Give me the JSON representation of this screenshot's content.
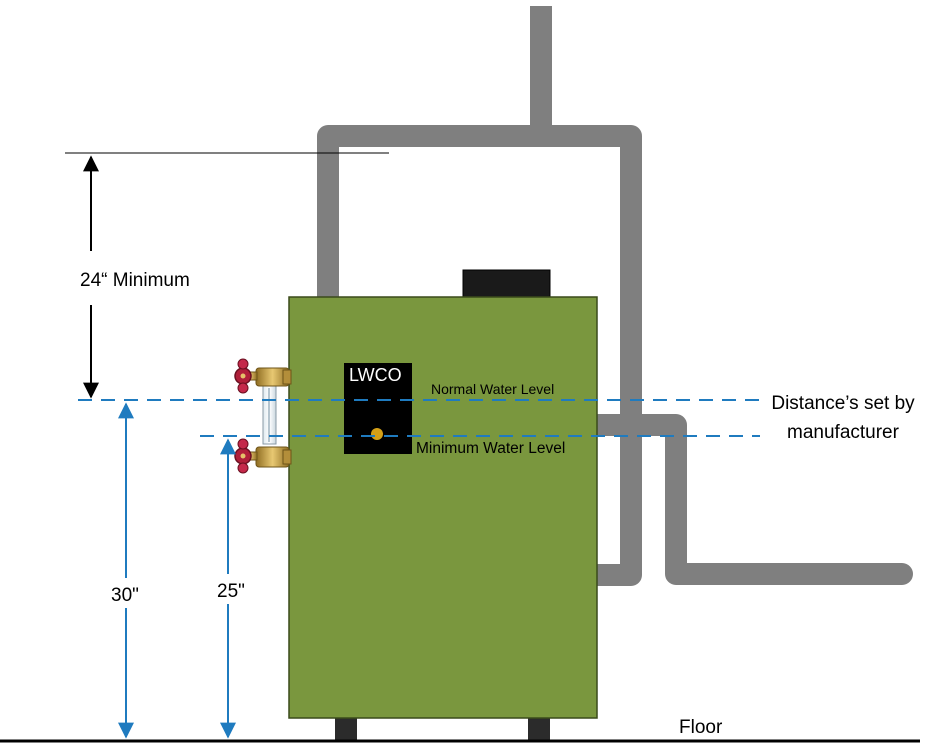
{
  "labels": {
    "clearance": "24“ Minimum",
    "lwco": "LWCO",
    "normal_water_level": "Normal Water Level",
    "minimum_water_level": "Minimum Water Level",
    "distance_note_line1": "Distance’s set by",
    "distance_note_line2": "manufacturer",
    "height_normal": "30\"",
    "height_minimum": "25\"",
    "floor": "Floor"
  },
  "colors": {
    "boiler": "#7a973e",
    "pipe": "#7f7f7f",
    "dimension_blue": "#1f7bbf",
    "black": "#000000",
    "lwco_box": "#000000",
    "lwco_probe": "#d4a017",
    "valve_red": "#b01f3a",
    "brass": "#c8a24a"
  }
}
